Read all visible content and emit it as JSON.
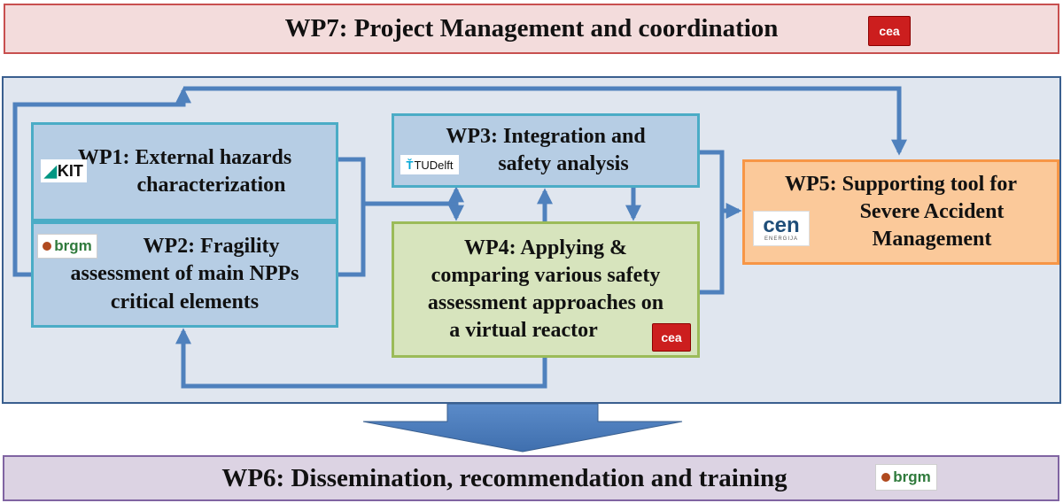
{
  "wp7": {
    "label": "WP7: Project Management and coordination",
    "logo": "cea"
  },
  "wp1": {
    "line1": "WP1: External hazards",
    "line2": "characterization",
    "logo": "KIT"
  },
  "wp2": {
    "line1": "WP2: Fragility",
    "line2": "assessment of main NPPs",
    "line3": "critical elements",
    "logo": "brgm"
  },
  "wp3": {
    "line1": "WP3: Integration and",
    "line2": "safety analysis",
    "logo": "TUDelft"
  },
  "wp4": {
    "line1": "WP4: Applying &",
    "line2": "comparing various safety",
    "line3": "assessment approaches on",
    "line4": "a virtual reactor",
    "logo": "cea"
  },
  "wp5": {
    "line1": "WP5: Supporting tool for",
    "line2": "Severe Accident",
    "line3": "Management",
    "logo_main": "cen",
    "logo_sub": "ENERGIJA"
  },
  "wp6": {
    "label": "WP6: Dissemination, recommendation and training",
    "logo": "brgm"
  },
  "colors": {
    "connector": "#4f81bd",
    "wp7_fill": "#f3dcdc",
    "wp7_border": "#c8504f",
    "wp6_fill": "#dcd3e3",
    "wp6_border": "#8064a2",
    "frame_fill": "#e0e6ef",
    "frame_border": "#3a5f8f",
    "blue_box": "#b6cde4",
    "green_box": "#d7e4bd",
    "orange_box": "#fbc99a"
  }
}
